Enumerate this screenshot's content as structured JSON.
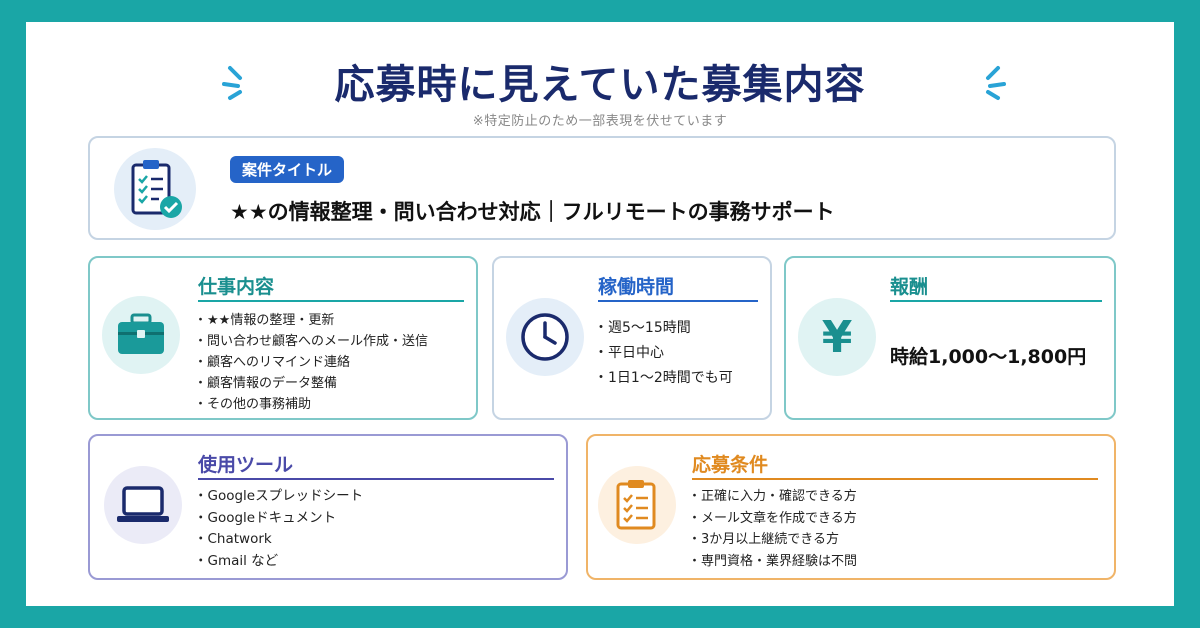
{
  "header": {
    "title": "応募時に見えていた募集内容",
    "subtitle": "※特定防止のため一部表現を伏せています"
  },
  "job": {
    "badge": "案件タイトル",
    "title": "★★の情報整理・問い合わせ対応｜フルリモートの事務サポート"
  },
  "work": {
    "heading": "仕事内容",
    "items": [
      "★★情報の整理・更新",
      "問い合わせ顧客へのメール作成・送信",
      "顧客へのリマインド連絡",
      "顧客情報のデータ整備",
      "その他の事務補助"
    ]
  },
  "hours": {
    "heading": "稼働時間",
    "items": [
      "週5〜15時間",
      "平日中心",
      "1日1〜2時間でも可"
    ]
  },
  "pay": {
    "heading": "報酬",
    "value": "時給1,000〜1,800円",
    "symbol": "¥"
  },
  "tools": {
    "heading": "使用ツール",
    "items": [
      "Googleスプレッドシート",
      "Googleドキュメント",
      "Chatwork",
      "Gmail など"
    ]
  },
  "requirements": {
    "heading": "応募条件",
    "items": [
      "正確に入力・確認できる方",
      "メール文章を作成できる方",
      "3か月以上継続できる方",
      "専門資格・業界経験は不問"
    ]
  },
  "icons": {
    "clipboard": "clipboard-check-icon",
    "briefcase": "briefcase-icon",
    "clock": "clock-icon",
    "yen": "yen-icon",
    "laptop": "laptop-icon",
    "checklist": "checklist-icon"
  },
  "colors": {
    "teal": "#1aa6a6",
    "navy": "#1a2a6c",
    "blue": "#2564c8",
    "purple": "#4a4aa8",
    "orange": "#e08a20"
  }
}
